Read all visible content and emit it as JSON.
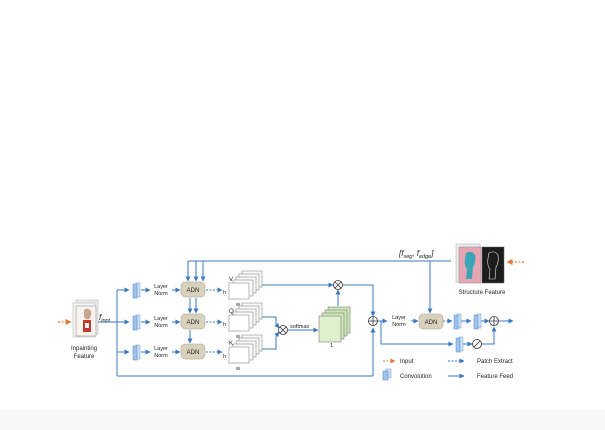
{
  "input": {
    "symbol": "f",
    "subscript": "inpt",
    "caption_line1": "Inpainting",
    "caption_line2": "Feature"
  },
  "layer_norm": {
    "line1": "Layer",
    "line2": "Norm"
  },
  "adn_label": "ADN",
  "v_label": "V",
  "q_label": "Q",
  "k_label": "K",
  "h_label": "h",
  "w_label": "w",
  "one_label": "1",
  "softmax_label": "softmax",
  "structure": {
    "bracket_text": "[f",
    "seg_sub": "seg",
    "sep": ", f",
    "edge_sub": "edge",
    "close": "]",
    "caption": "Structure Feature"
  },
  "legend": {
    "input": "Input",
    "patch_extract": "Patch Extract",
    "convolution": "Convolution",
    "feature_feed": "Feature Feed"
  },
  "colors": {
    "arrow_blue": "#3a78c2",
    "input_orange": "#e07b3a",
    "adn_fill": "#d8d2bc",
    "conv_blue": "#9ec3ec",
    "green_block": "#cfe8b8"
  }
}
